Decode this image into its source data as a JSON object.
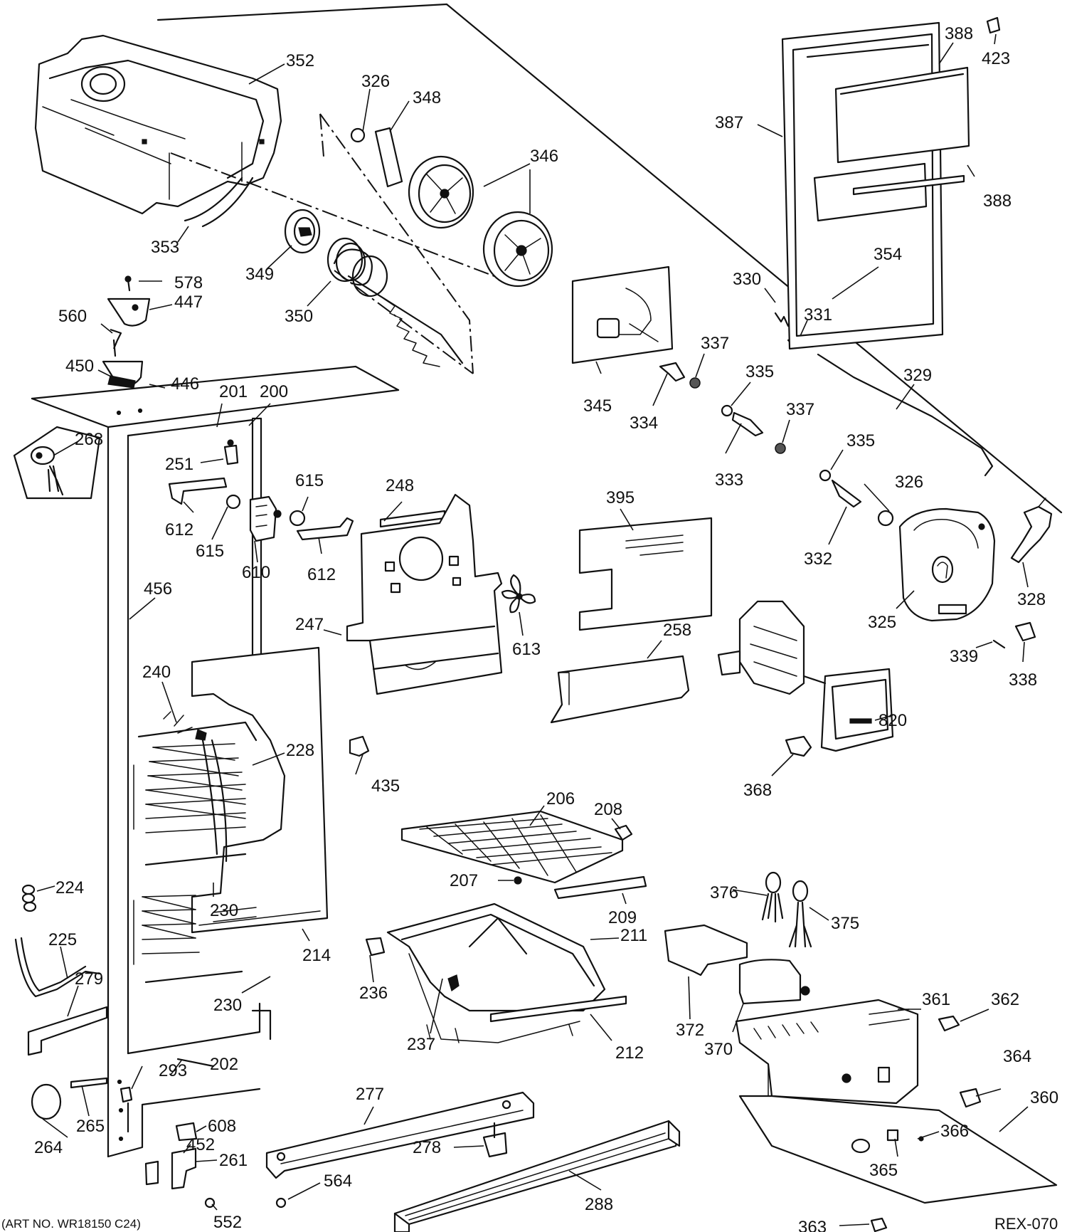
{
  "footer": {
    "art_number": "(ART NO. WR18150 C24)",
    "diagram_ref": "REX-070"
  },
  "labels": [
    {
      "id": "352",
      "text": "352"
    },
    {
      "id": "326a",
      "text": "326"
    },
    {
      "id": "348",
      "text": "348"
    },
    {
      "id": "346",
      "text": "346"
    },
    {
      "id": "353",
      "text": "353"
    },
    {
      "id": "349",
      "text": "349"
    },
    {
      "id": "350",
      "text": "350"
    },
    {
      "id": "578",
      "text": "578"
    },
    {
      "id": "447",
      "text": "447"
    },
    {
      "id": "560",
      "text": "560"
    },
    {
      "id": "450",
      "text": "450"
    },
    {
      "id": "446",
      "text": "446"
    },
    {
      "id": "388a",
      "text": "388"
    },
    {
      "id": "423",
      "text": "423"
    },
    {
      "id": "387",
      "text": "387"
    },
    {
      "id": "388b",
      "text": "388"
    },
    {
      "id": "354",
      "text": "354"
    },
    {
      "id": "330",
      "text": "330"
    },
    {
      "id": "331",
      "text": "331"
    },
    {
      "id": "337a",
      "text": "337"
    },
    {
      "id": "345",
      "text": "345"
    },
    {
      "id": "334",
      "text": "334"
    },
    {
      "id": "335a",
      "text": "335"
    },
    {
      "id": "329",
      "text": "329"
    },
    {
      "id": "337b",
      "text": "337"
    },
    {
      "id": "333",
      "text": "333"
    },
    {
      "id": "335b",
      "text": "335"
    },
    {
      "id": "326b",
      "text": "326"
    },
    {
      "id": "332",
      "text": "332"
    },
    {
      "id": "325",
      "text": "325"
    },
    {
      "id": "328",
      "text": "328"
    },
    {
      "id": "339",
      "text": "339"
    },
    {
      "id": "338",
      "text": "338"
    },
    {
      "id": "201",
      "text": "201"
    },
    {
      "id": "200",
      "text": "200"
    },
    {
      "id": "268",
      "text": "268"
    },
    {
      "id": "251",
      "text": "251"
    },
    {
      "id": "615a",
      "text": "615"
    },
    {
      "id": "248",
      "text": "248"
    },
    {
      "id": "395",
      "text": "395"
    },
    {
      "id": "612a",
      "text": "612"
    },
    {
      "id": "615b",
      "text": "615"
    },
    {
      "id": "610",
      "text": "610"
    },
    {
      "id": "612b",
      "text": "612"
    },
    {
      "id": "456",
      "text": "456"
    },
    {
      "id": "247",
      "text": "247"
    },
    {
      "id": "613",
      "text": "613"
    },
    {
      "id": "258",
      "text": "258"
    },
    {
      "id": "240",
      "text": "240"
    },
    {
      "id": "228",
      "text": "228"
    },
    {
      "id": "820",
      "text": "820"
    },
    {
      "id": "435",
      "text": "435"
    },
    {
      "id": "368",
      "text": "368"
    },
    {
      "id": "206",
      "text": "206"
    },
    {
      "id": "208",
      "text": "208"
    },
    {
      "id": "224",
      "text": "224"
    },
    {
      "id": "230a",
      "text": "230"
    },
    {
      "id": "207",
      "text": "207"
    },
    {
      "id": "209",
      "text": "209"
    },
    {
      "id": "376",
      "text": "376"
    },
    {
      "id": "375",
      "text": "375"
    },
    {
      "id": "225",
      "text": "225"
    },
    {
      "id": "211",
      "text": "211"
    },
    {
      "id": "214",
      "text": "214"
    },
    {
      "id": "279",
      "text": "279"
    },
    {
      "id": "236",
      "text": "236"
    },
    {
      "id": "372",
      "text": "372"
    },
    {
      "id": "230b",
      "text": "230"
    },
    {
      "id": "361",
      "text": "361"
    },
    {
      "id": "362",
      "text": "362"
    },
    {
      "id": "237",
      "text": "237"
    },
    {
      "id": "212",
      "text": "212"
    },
    {
      "id": "370",
      "text": "370"
    },
    {
      "id": "293",
      "text": "293"
    },
    {
      "id": "202",
      "text": "202"
    },
    {
      "id": "364",
      "text": "364"
    },
    {
      "id": "277",
      "text": "277"
    },
    {
      "id": "360",
      "text": "360"
    },
    {
      "id": "265",
      "text": "265"
    },
    {
      "id": "608",
      "text": "608"
    },
    {
      "id": "264",
      "text": "264"
    },
    {
      "id": "452",
      "text": "452"
    },
    {
      "id": "261",
      "text": "261"
    },
    {
      "id": "278",
      "text": "278"
    },
    {
      "id": "366",
      "text": "366"
    },
    {
      "id": "564",
      "text": "564"
    },
    {
      "id": "365",
      "text": "365"
    },
    {
      "id": "552",
      "text": "552"
    },
    {
      "id": "288",
      "text": "288"
    },
    {
      "id": "363",
      "text": "363"
    }
  ]
}
